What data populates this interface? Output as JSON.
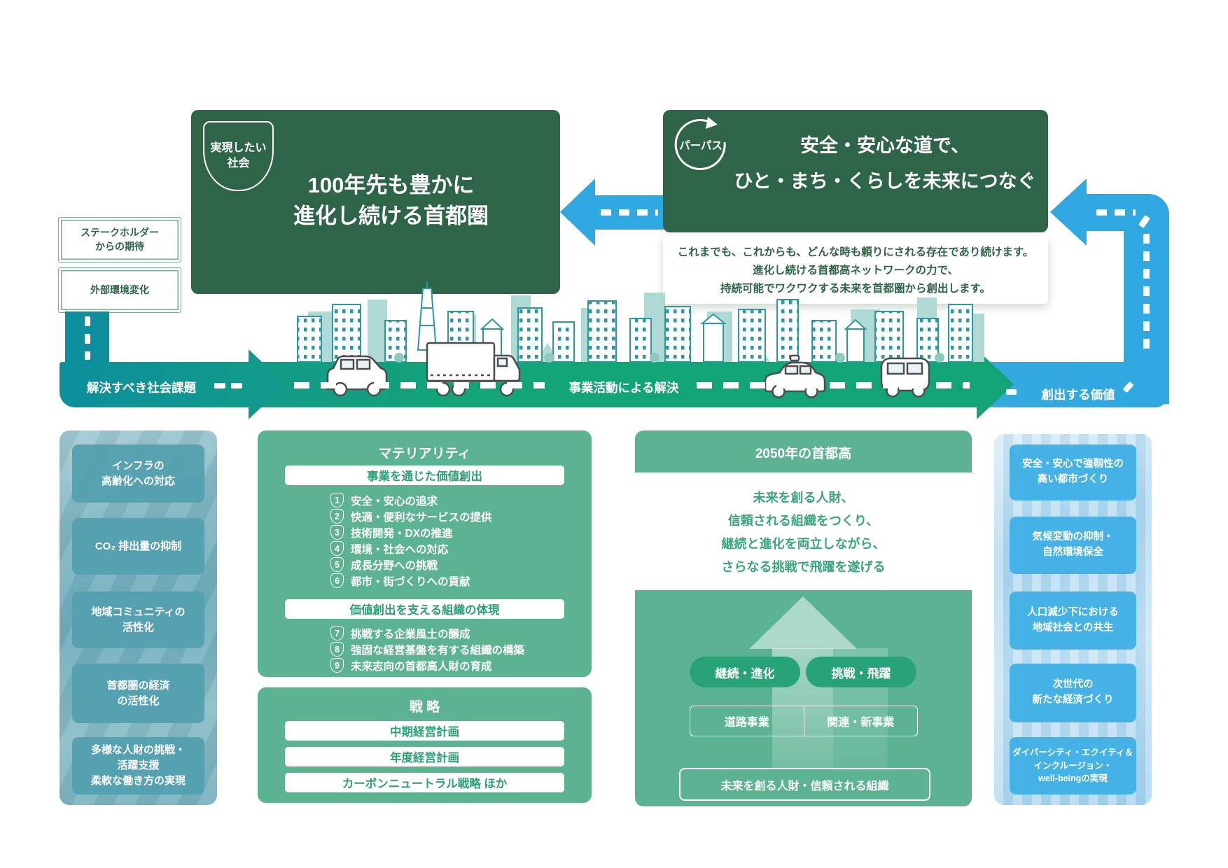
{
  "header": {
    "society": {
      "badge": "実現したい\n社会",
      "title": "100年先も豊かに\n進化し続ける首都圏"
    },
    "purpose": {
      "badge": "パーパス",
      "title": "安全・安心な道で、\nひと・まち・くらしを未来につなぐ",
      "message": "これまでも、これからも、どんな時も頼りにされる存在であり続けます。\n進化し続ける首都高ネットワークの力で、\n持続可能でワクワクする未来を首都圏から創出します。"
    },
    "stakeholder_box": "ステークホルダー\nからの期待",
    "environment_box": "外部環境変化"
  },
  "flow": {
    "solve": "解決すべき社会課題",
    "business": "事業活動による解決",
    "value": "創出する価値"
  },
  "social_issues": [
    "インフラの\n高齢化への対応",
    "CO₂ 排出量の抑制",
    "地域コミュニティの\n活性化",
    "首都圏の経済\nの活性化",
    "多様な人財の挑戦・\n活躍支援\n柔軟な働き方の実現"
  ],
  "materiality": {
    "title": "マテリアリティ",
    "business_value": {
      "header": "事業を通じた価値創出",
      "items": [
        {
          "num": "1",
          "label": "安全・安心の追求"
        },
        {
          "num": "2",
          "label": "快適・便利なサービスの提供"
        },
        {
          "num": "3",
          "label": "技術開発・DXの推進"
        },
        {
          "num": "4",
          "label": "環境・社会への対応"
        },
        {
          "num": "5",
          "label": "成長分野への挑戦"
        },
        {
          "num": "6",
          "label": "都市・街づくりへの貢献"
        }
      ]
    },
    "organization": {
      "header": "価値創出を支える組織の体現",
      "items": [
        {
          "num": "7",
          "label": "挑戦する企業風土の醸成"
        },
        {
          "num": "8",
          "label": "強固な経営基盤を有する組織の構築"
        },
        {
          "num": "9",
          "label": "未来志向の首都高人財の育成"
        }
      ]
    }
  },
  "strategy": {
    "title": "戦 略",
    "items": [
      "中期経営計画",
      "年度経営計画",
      "カーボンニュートラル戦略 ほか"
    ]
  },
  "vision2050": {
    "title": "2050年の首都高",
    "statement": "未来を創る人財、\n信頼される組織をつくり、\n継続と進化を両立しながら、\nさらなる挑戦で飛躍を遂げる",
    "pill_left": "継続・進化",
    "pill_right": "挑戦・飛躍",
    "business_left": "道路事業",
    "business_right": "関連・新事業",
    "foundation": "未来を創る人財・信頼される組織"
  },
  "created_values": [
    "安全・安心で強靱性の\n高い都市づくり",
    "気候変動の抑制・\n自然環境保全",
    "人口減少下における\n地域社会との共生",
    "次世代の\n新たな経済づくり",
    "ダイバーシティ・エクイティ＆\nインクルージョン・\nwell-beingの実現"
  ],
  "colors": {
    "dark_green": "#2e6448",
    "panel_green": "#5bb391",
    "pill_green": "#27a377",
    "teal": "#0d8e9c",
    "road_green": "#12a377",
    "blue": "#2fa7e0",
    "issue_box": "#54a0b0",
    "value_box": "#3eb0e6",
    "accent_text_green": "#2ba175"
  }
}
